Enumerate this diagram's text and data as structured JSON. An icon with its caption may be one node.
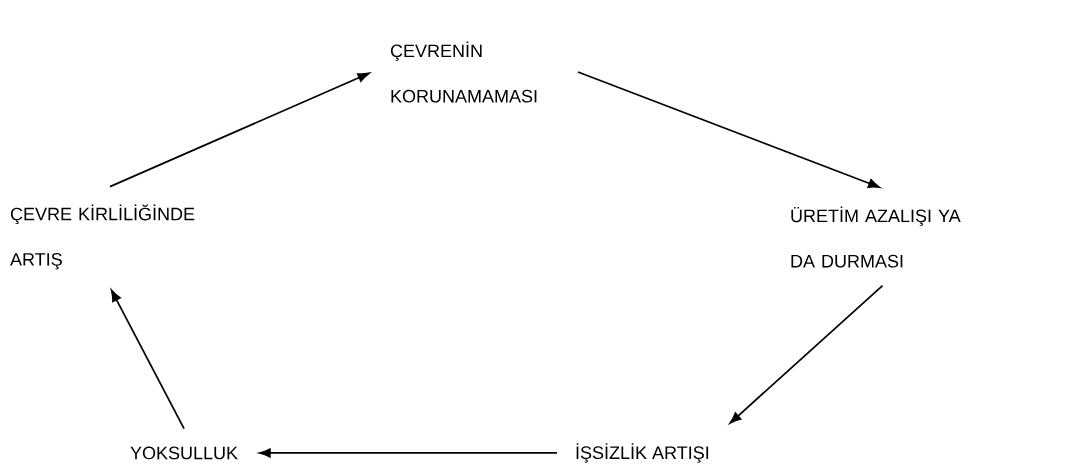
{
  "diagram": {
    "nodes": [
      {
        "text": [
          "ÇEVRENİN KORUNAMAMASI"
        ]
      },
      {
        "text": [
          "ÜRETİM AZALIŞI YA DA DURMASI"
        ]
      },
      {
        "text": [
          "İŞSİZLİK ARTIŞI"
        ]
      },
      {
        "text": [
          "YOKSULLUK"
        ]
      },
      {
        "text": [
          "ÇEVRE KİRLİLİĞİNDE ARTIŞ"
        ]
      }
    ],
    "edges": [
      {
        "from": 0,
        "to": 1,
        "arrow": "to"
      },
      {
        "from": 1,
        "to": 2,
        "arrow": "to"
      },
      {
        "from": 2,
        "to": 3,
        "arrow": "to"
      },
      {
        "from": 3,
        "to": 4,
        "arrow": "to"
      },
      {
        "from": 4,
        "to": 0,
        "arrow": "to"
      }
    ]
  }
}
